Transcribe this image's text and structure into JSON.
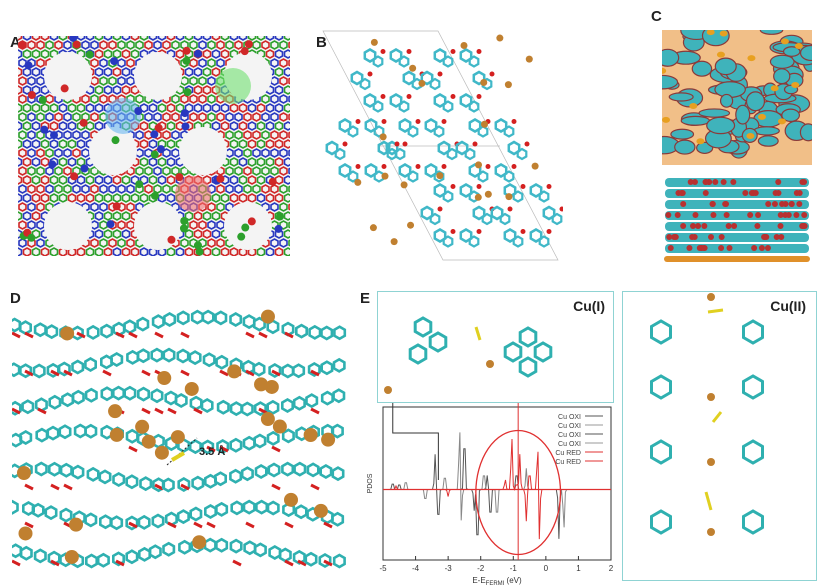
{
  "panels": {
    "a": {
      "label": "A"
    },
    "b": {
      "label": "B"
    },
    "c": {
      "label": "C"
    },
    "d": {
      "label": "D",
      "distance_label": "3.5 Å"
    },
    "e": {
      "label": "E",
      "left_title": "Cu(I)",
      "right_title": "Cu(II)"
    }
  },
  "colors": {
    "carbon": "#3cbcbc",
    "oxygen": "#d42020",
    "copper": "#c08030",
    "sulfur": "#e0d020",
    "red_line": "#e03030"
  },
  "chart_data": {
    "type": "line",
    "xlabel": "E-E",
    "xlabel_sub": "FERMI",
    "xlabel_unit": " (eV)",
    "ylabel": "PDOS",
    "xlim": [
      -5,
      2
    ],
    "ylim": [
      -1,
      1
    ],
    "xticks": [
      "-5",
      "-4",
      "-3",
      "-2",
      "-1",
      "0",
      "1",
      "2"
    ],
    "legend_position": "top-right",
    "legend": [
      "Cu OXI",
      "Cu OXI",
      "Cu OXI",
      "Cu OXI",
      "Cu RED",
      "Cu RED"
    ],
    "series": [
      {
        "name": "Cu OXI",
        "color": "#555555",
        "peaks": [
          [
            -4.7,
            0.12
          ],
          [
            -4.5,
            0.1
          ],
          [
            -3.4,
            0.5
          ],
          [
            -3.3,
            -0.55
          ],
          [
            -2.5,
            0.9
          ],
          [
            -2.2,
            -0.3
          ],
          [
            -2.1,
            -1.0
          ],
          [
            -1.8,
            0.2
          ],
          [
            -1.7,
            -0.5
          ],
          [
            -0.9,
            0.3
          ],
          [
            0.4,
            -0.7
          ]
        ]
      },
      {
        "name": "Cu OXI",
        "color": "#888888",
        "peaks": [
          [
            -4.3,
            0.15
          ],
          [
            -3.7,
            -0.2
          ],
          [
            -3.1,
            0.25
          ],
          [
            -2.65,
            1.0
          ],
          [
            -2.6,
            -0.5
          ],
          [
            -1.9,
            0.3
          ],
          [
            -1.5,
            -0.5
          ],
          [
            -0.6,
            0.3
          ],
          [
            0.55,
            -0.6
          ]
        ]
      },
      {
        "name": "Cu RED",
        "color": "#e03030",
        "peaks": [
          [
            -4.6,
            0.05
          ],
          [
            -3.0,
            -0.1
          ],
          [
            -1.25,
            0.15
          ],
          [
            -1.05,
            0.8
          ],
          [
            -0.9,
            1.0
          ],
          [
            -0.9,
            -0.9
          ],
          [
            -0.8,
            0.5
          ],
          [
            -0.6,
            -0.45
          ],
          [
            -0.5,
            0.3
          ],
          [
            -0.25,
            0.74
          ],
          [
            -0.2,
            -0.75
          ]
        ]
      }
    ],
    "annotation": {
      "ellipse_center_x": -0.85,
      "ellipse_rx": 1.3
    }
  }
}
